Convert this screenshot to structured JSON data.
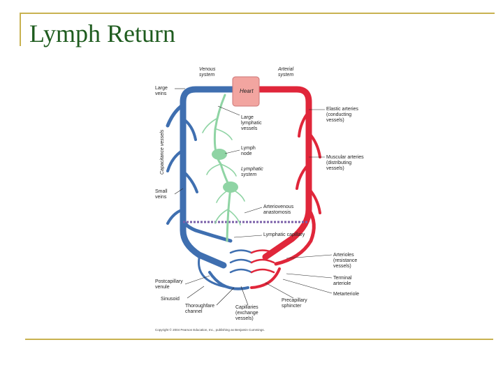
{
  "slide": {
    "title": "Lymph Return"
  },
  "diagram": {
    "heart": "Heart",
    "system_labels": [
      [
        "Venous",
        "system"
      ],
      [
        "Arterial",
        "system"
      ]
    ],
    "side_label": "Capacitance vessels",
    "left_labels": [
      [
        "Large",
        "veins"
      ],
      [
        "Small",
        "veins"
      ],
      [
        "Postcapillary",
        "venule"
      ],
      [
        "Sinusoid"
      ]
    ],
    "center_labels": [
      [
        "Large",
        "lymphatic",
        "vessels"
      ],
      [
        "Lymph",
        "node"
      ],
      [
        "Lymphatic",
        "system"
      ],
      [
        "Arteriovenous",
        "anastomosis"
      ],
      [
        "Lymphatic capillary"
      ]
    ],
    "right_labels": [
      [
        "Elastic arteries",
        "(conducting",
        "vessels)"
      ],
      [
        "Muscular arteries",
        "(distributing",
        "vessels)"
      ],
      [
        "Arterioles",
        "(resistance",
        "vessels)"
      ],
      [
        "Terminal",
        "arteriole"
      ],
      [
        "Metarteriole"
      ]
    ],
    "bottom_labels": [
      [
        "Thoroughfare",
        "channel"
      ],
      [
        "Capillaries",
        "(exchange",
        "vessels)"
      ],
      [
        "Precapillary",
        "sphincter"
      ]
    ],
    "copyright": "Copyright © 2004 Pearson Education, Inc., publishing as Benjamin Cummings.",
    "colors": {
      "vein": "#3f6fb0",
      "artery": "#e0263a",
      "lymph": "#8fd4a4",
      "heart": "#f2a5a0"
    }
  }
}
